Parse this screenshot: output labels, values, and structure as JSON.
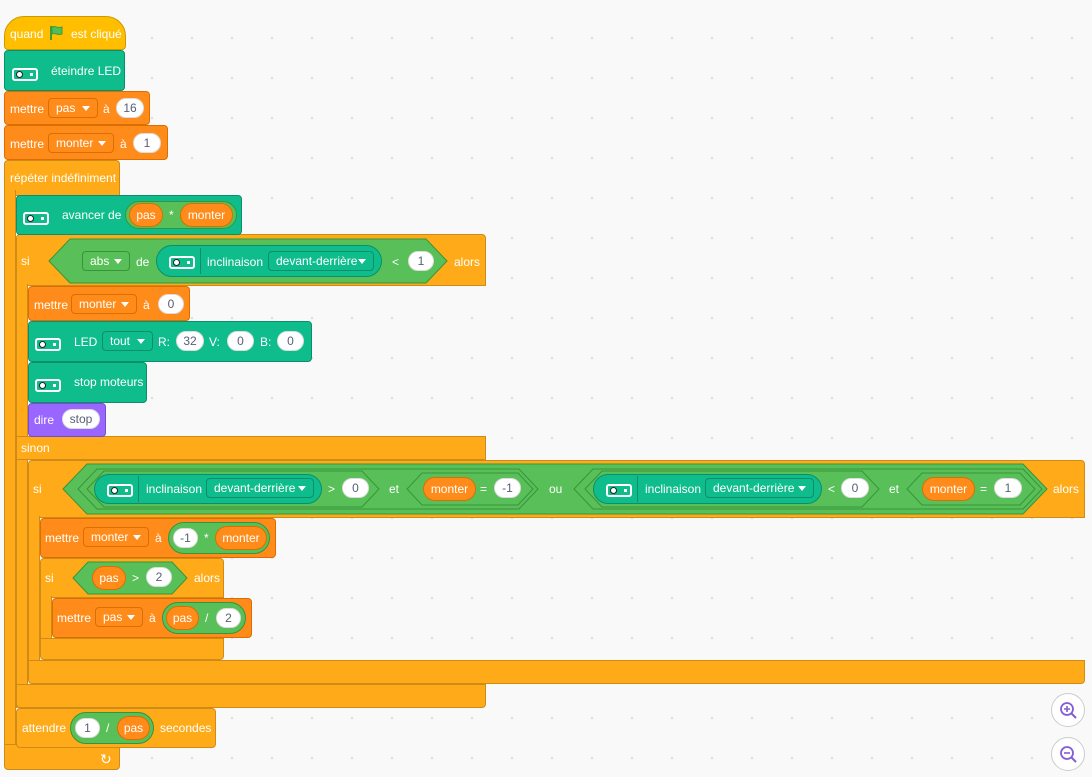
{
  "hat": {
    "when": "quand",
    "clicked": "est cliqué"
  },
  "led_off": {
    "label": "éteindre LED"
  },
  "set_pas": {
    "set": "mettre",
    "var": "pas",
    "to": "à",
    "value": "16"
  },
  "set_monter": {
    "set": "mettre",
    "var": "monter",
    "to": "à",
    "value": "1"
  },
  "forever": {
    "label": "répéter indéfiniment"
  },
  "advance": {
    "label": "avancer de",
    "left": "pas",
    "op": "*",
    "right": "monter"
  },
  "if1": {
    "if": "si",
    "abs": "abs",
    "of": "de",
    "tilt": "inclinaison",
    "axis": "devant-derrière",
    "lt": "<",
    "value": "1",
    "then": "alors"
  },
  "set_monter0": {
    "set": "mettre",
    "var": "monter",
    "to": "à",
    "value": "0"
  },
  "led_rgb": {
    "label": "LED",
    "which": "tout",
    "r_label": "R:",
    "r": "32",
    "g_label": "V:",
    "g": "0",
    "b_label": "B:",
    "b": "0"
  },
  "stop_motors": {
    "label": "stop moteurs"
  },
  "say": {
    "label": "dire",
    "text": "stop"
  },
  "else": {
    "label": "sinon"
  },
  "if2": {
    "if": "si",
    "tilt": "inclinaison",
    "axis": "devant-derrière",
    "gt": ">",
    "zero_a": "0",
    "and_a": "et",
    "monter_a": "monter",
    "eq_a": "=",
    "neg1": "-1",
    "or": "ou",
    "lt": "<",
    "zero_b": "0",
    "and_b": "et",
    "monter_b": "monter",
    "eq_b": "=",
    "one": "1",
    "then": "alors"
  },
  "set_monter_neg": {
    "set": "mettre",
    "var": "monter",
    "to": "à",
    "left": "-1",
    "op": "*",
    "right": "monter"
  },
  "if3": {
    "if": "si",
    "var": "pas",
    "gt": ">",
    "value": "2",
    "then": "alors"
  },
  "set_pas_half": {
    "set": "mettre",
    "var": "pas",
    "to": "à",
    "left": "pas",
    "op": "/",
    "right": "2"
  },
  "wait": {
    "label": "attendre",
    "left": "1",
    "op": "/",
    "right": "pas",
    "unit": "secondes"
  },
  "loop_arrow": "↻",
  "zoom": {
    "in_icon": "zoom-in-icon",
    "out_icon": "zoom-out-icon"
  },
  "colors": {
    "events": "#ffbf00",
    "variables": "#ff8c1a",
    "control": "#ffab19",
    "extension": "#0fbd8c",
    "operators": "#59c059",
    "looks": "#9966ff"
  }
}
